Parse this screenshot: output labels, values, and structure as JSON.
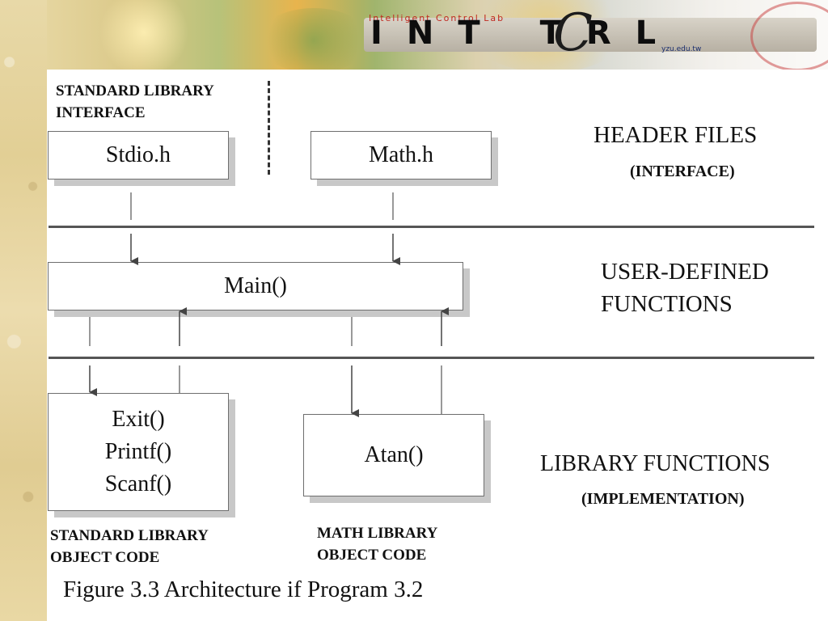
{
  "banner": {
    "logo_text": "INT  TRL",
    "logo_c": "C",
    "tagline": "Intelligent Control Lab",
    "url": "yzu.edu.tw"
  },
  "labels": {
    "std_lib_interface": [
      "STANDARD LIBRARY",
      "INTERFACE"
    ],
    "header_files": "HEADER FILES",
    "header_files_sub": "(INTERFACE)",
    "user_defined": [
      "USER-DEFINED",
      "FUNCTIONS"
    ],
    "library_functions": "LIBRARY FUNCTIONS",
    "library_functions_sub": "(IMPLEMENTATION)",
    "std_lib_object": [
      "STANDARD LIBRARY",
      "OBJECT CODE"
    ],
    "math_lib_object": [
      "MATH LIBRARY",
      "OBJECT CODE"
    ]
  },
  "boxes": {
    "stdio": "Stdio.h",
    "math": "Math.h",
    "main": "Main()",
    "std_funcs": [
      "Exit()",
      "Printf()",
      "Scanf()"
    ],
    "atan": "Atan()"
  },
  "caption": "Figure 3.3 Architecture if Program 3.2",
  "colors": {
    "line": "#555555",
    "box_border": "#6e6e6e",
    "box_shadow": "#c8c8c8"
  }
}
